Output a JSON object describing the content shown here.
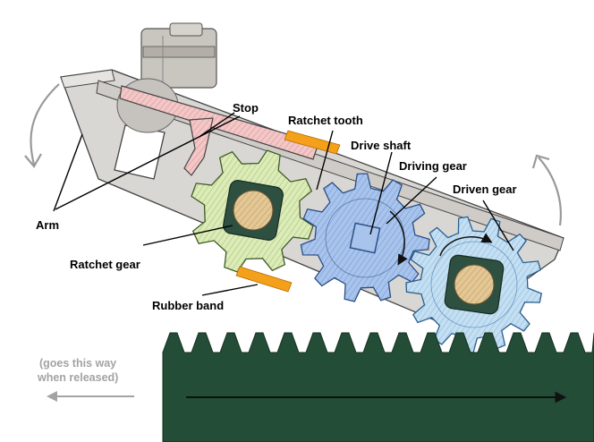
{
  "labels": {
    "stop": "Stop",
    "ratchet_tooth": "Ratchet tooth",
    "drive_shaft": "Drive shaft",
    "driving_gear": "Driving gear",
    "driven_gear": "Driven gear",
    "arm": "Arm",
    "ratchet_gear": "Ratchet gear",
    "rubber_band": "Rubber band"
  },
  "note": {
    "line1": "(goes this way",
    "line2": "when released)"
  },
  "colors": {
    "arm_plate": "#d9d7d4",
    "ratchet_gear": "#dcecb8",
    "driving_gear": "#a9c4ec",
    "driven_gear": "#c4dff2",
    "shaft_dark": "#2e5040",
    "shaft_core": "#e3c795",
    "stop_pink": "#f0bcbc",
    "rubber_band": "#f5a01a",
    "rack": "#244d37",
    "note_gray": "#a3a3a3"
  },
  "icons": {
    "rotation_left": "curved-arrow-down-icon",
    "rotation_right": "curved-arrow-up-icon",
    "release_direction": "arrow-left-icon",
    "rack_travel": "arrow-right-icon"
  }
}
